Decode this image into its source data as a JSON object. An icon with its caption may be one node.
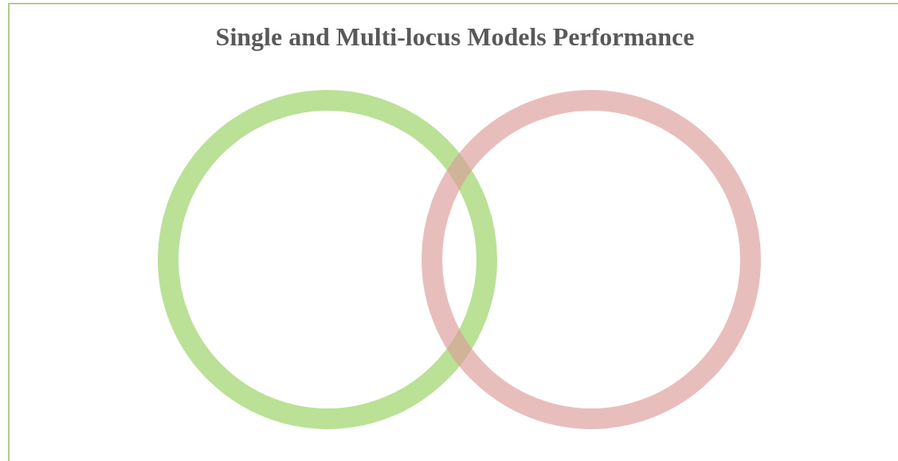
{
  "diagram": {
    "title": "Single and Multi-locus Models Performance",
    "nodes": [
      {
        "text": [],
        "shape": "circle"
      },
      {
        "text": [],
        "shape": "circle"
      }
    ]
  }
}
